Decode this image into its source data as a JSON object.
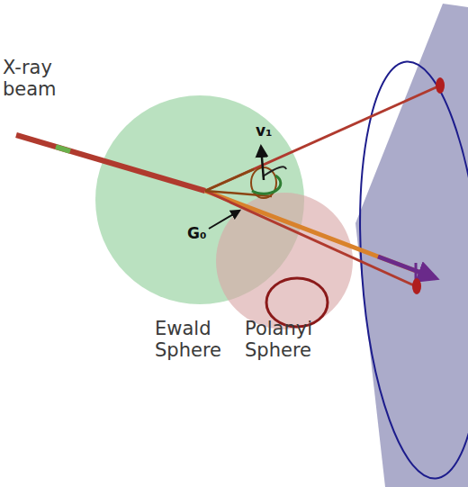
{
  "diagram": {
    "labels": [
      "X-ray beam",
      "v₁",
      "G₀",
      "Ewald Sphere",
      "Polanyi Sphere"
    ]
  }
}
